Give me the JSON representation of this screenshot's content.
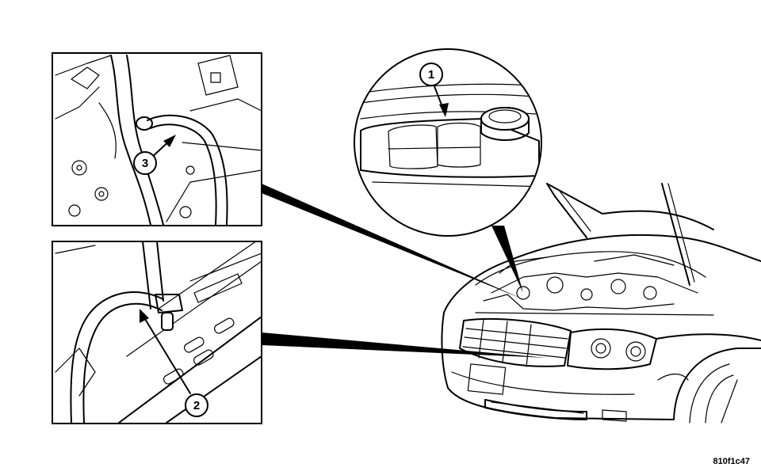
{
  "callouts": {
    "c1": "1",
    "c2": "2",
    "c3": "3"
  },
  "figure_id": "810f1c47"
}
